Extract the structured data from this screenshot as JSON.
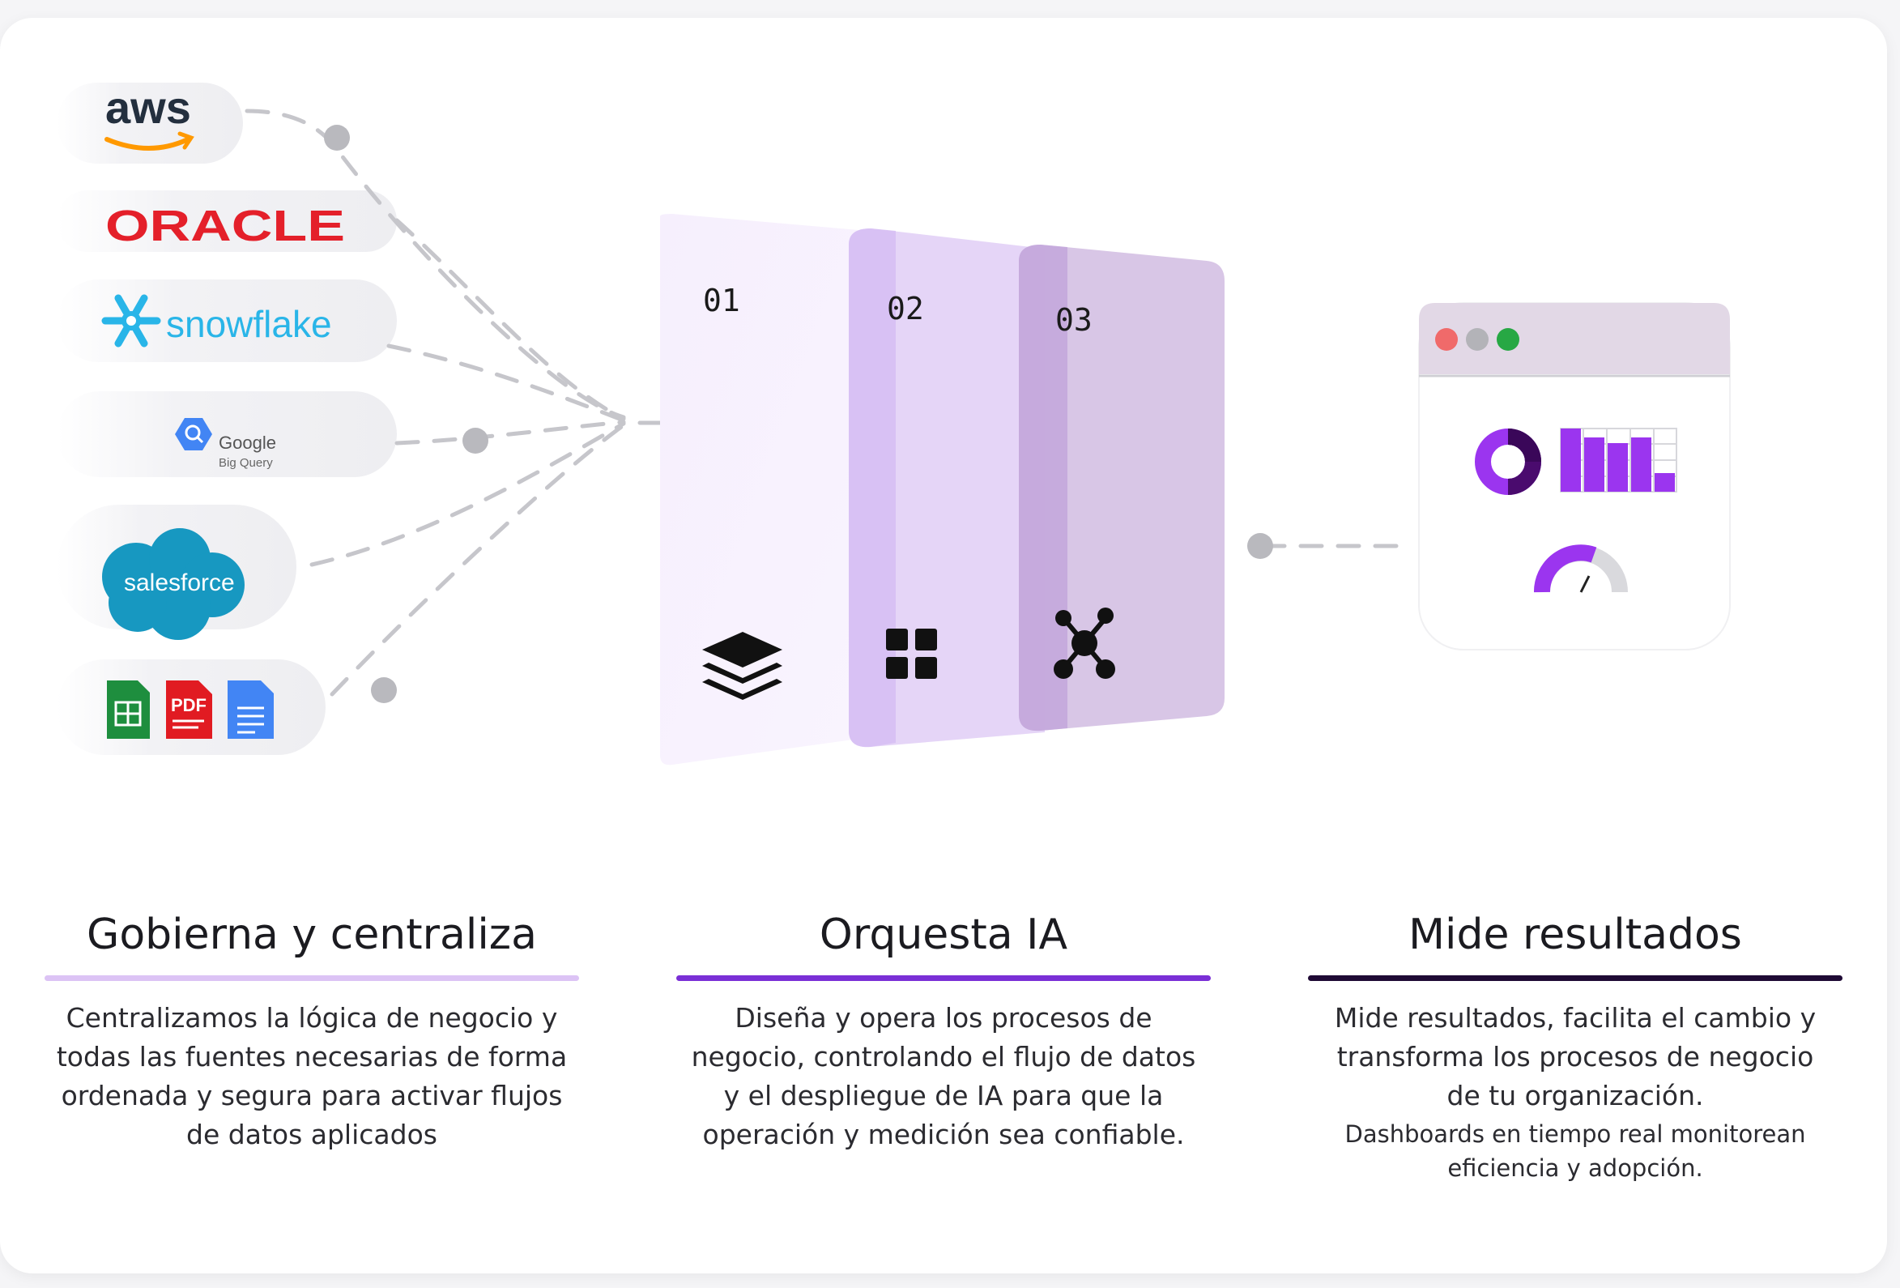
{
  "sources": {
    "aws": "aws",
    "oracle": "ORACLE",
    "snowflake": "snowflake",
    "google": "Google",
    "bigquery": "Big Query",
    "salesforce": "salesforce",
    "pdf": "PDF"
  },
  "steps": [
    {
      "label": "01",
      "icon": "layers-icon"
    },
    {
      "label": "02",
      "icon": "grid-icon"
    },
    {
      "label": "03",
      "icon": "network-icon"
    }
  ],
  "columns": [
    {
      "title": "Gobierna y centraliza",
      "lines": [
        "Centralizamos la lógica de negocio y",
        "todas las fuentes necesarias de forma",
        "ordenada y segura para activar flujos",
        "de datos aplicados"
      ],
      "bar_color": "#dcc3f5"
    },
    {
      "title": "Orquesta IA",
      "lines": [
        "Diseña y opera los procesos de",
        "negocio, controlando el flujo de datos",
        "y el despliegue de IA para que la",
        "operación y medición sea confiable."
      ],
      "bar_color": "#7a2fd6"
    },
    {
      "title": "Mide resultados",
      "lines": [
        "Mide resultados, facilita el cambio y",
        "transforma los procesos de negocio",
        "de tu organización."
      ],
      "extra": [
        "Dashboards en tiempo real monitorean",
        "eficiencia y adopción."
      ],
      "bar_color": "#1f0a35"
    }
  ],
  "colors": {
    "purple": "#9a34f0",
    "dark_purple": "#4a0b6e",
    "panel_1": "#f7f1fd",
    "panel_2": "#e4d3f6",
    "panel_3": "#d9c8e6",
    "connector": "#c9c9ce",
    "node": "#b8b8bd"
  }
}
